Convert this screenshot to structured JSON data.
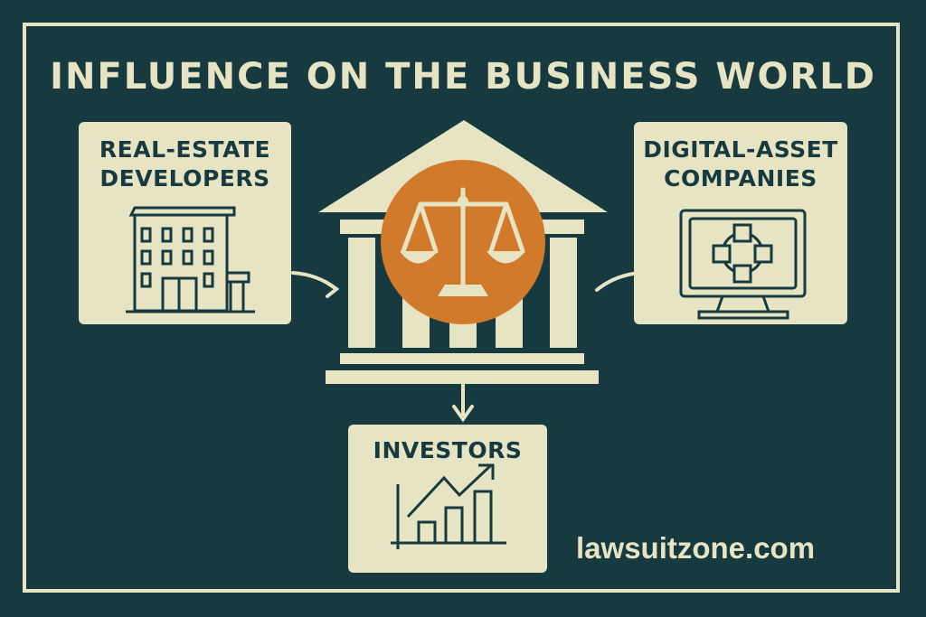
{
  "title": "INFLUENCE ON THE BUSINESS WORLD",
  "nodes": {
    "real_estate": {
      "line1": "REAL-ESTATE",
      "line2": "DEVELOPERS",
      "icon": "building-icon"
    },
    "digital_asset": {
      "line1": "DIGITAL-ASSET",
      "line2": "COMPANIES",
      "icon": "monitor-network-icon"
    },
    "center": {
      "icon": "courthouse-scales-icon"
    },
    "investors": {
      "label": "INVESTORS",
      "icon": "growth-chart-icon"
    }
  },
  "watermark": "lawsuitzone.com",
  "colors": {
    "background": "#173a40",
    "cream": "#e6e4c3",
    "accent": "#d17a2c"
  }
}
